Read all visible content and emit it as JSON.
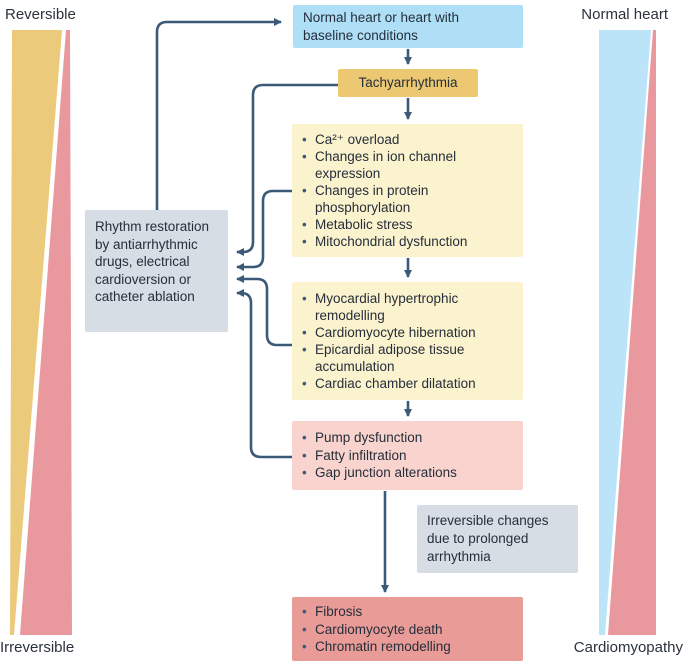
{
  "diagram": {
    "axis_labels": {
      "top_left": "Reversible",
      "bottom_left": "Irreversible",
      "top_right": "Normal heart",
      "bottom_right": "Cardiomyopathy"
    },
    "nodes": {
      "normal_heart": "Normal heart or heart with baseline conditions",
      "tachyarrhythmia": "Tachyarrhythmia",
      "molecular_changes": [
        "Ca²⁺ overload",
        "Changes in ion channel expression",
        "Changes in protein phosphorylation",
        "Metabolic stress",
        "Mitochondrial dysfunction"
      ],
      "structural_changes": [
        "Myocardial hypertrophic remodelling",
        "Cardiomyocyte hibernation",
        "Epicardial adipose tissue accumulation",
        "Cardiac chamber dilatation"
      ],
      "functional_changes": [
        "Pump dysfunction",
        "Fatty infiltration",
        "Gap junction alterations"
      ],
      "irreversible_note": "Irreversible changes due to prolonged arrhythmia",
      "irreversible_changes": [
        "Fibrosis",
        "Cardiomyocyte death",
        "Chromatin remodelling"
      ],
      "rhythm_restoration": "Rhythm restoration by antiarrhythmic drugs, electrical cardioversion or catheter ablation"
    },
    "colors": {
      "arrow": "#3b5a78",
      "text": "#252e3a",
      "blue_box": "#aedff7",
      "gold_box": "#ecc873",
      "yellow_box": "#fbf2ce",
      "light_pink_box": "#f9d3cd",
      "red_box": "#e99b97",
      "gray_box": "#d6dde5",
      "yellow_triangle": "#ecca7c",
      "pink_triangle": "#e9989d",
      "blue_triangle": "#bce4f8"
    }
  }
}
